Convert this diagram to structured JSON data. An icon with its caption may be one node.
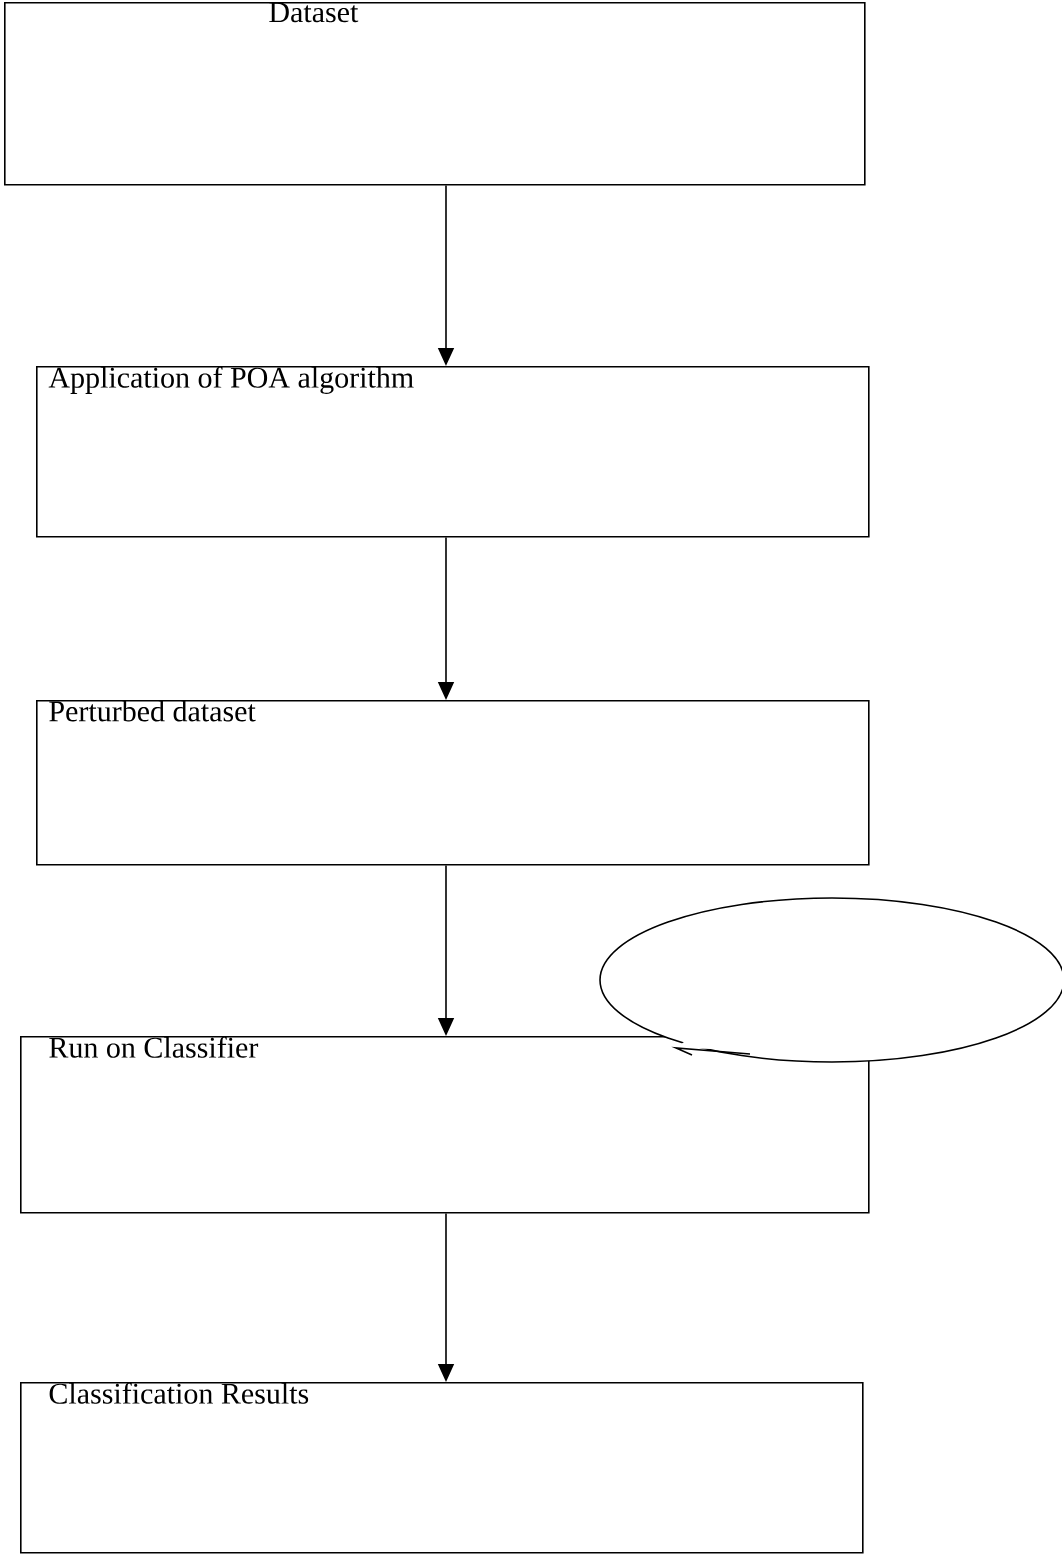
{
  "diagram": {
    "nodes": [
      {
        "text": [
          "Dataset"
        ]
      },
      {
        "text": [
          "Application of POA algorithm"
        ]
      },
      {
        "text": [
          "Perturbed dataset"
        ]
      },
      {
        "text": [
          "Run on Classifier"
        ]
      },
      {
        "text": [
          "Classification Results"
        ]
      },
      {
        "text": [],
        "shape": "bubble"
      }
    ],
    "edges": [
      {
        "from": 0,
        "to": 1,
        "arrow": "to"
      },
      {
        "from": 1,
        "to": 2,
        "arrow": "to"
      },
      {
        "from": 2,
        "to": 3,
        "arrow": "to"
      },
      {
        "from": 3,
        "to": 4,
        "arrow": "to"
      }
    ]
  }
}
